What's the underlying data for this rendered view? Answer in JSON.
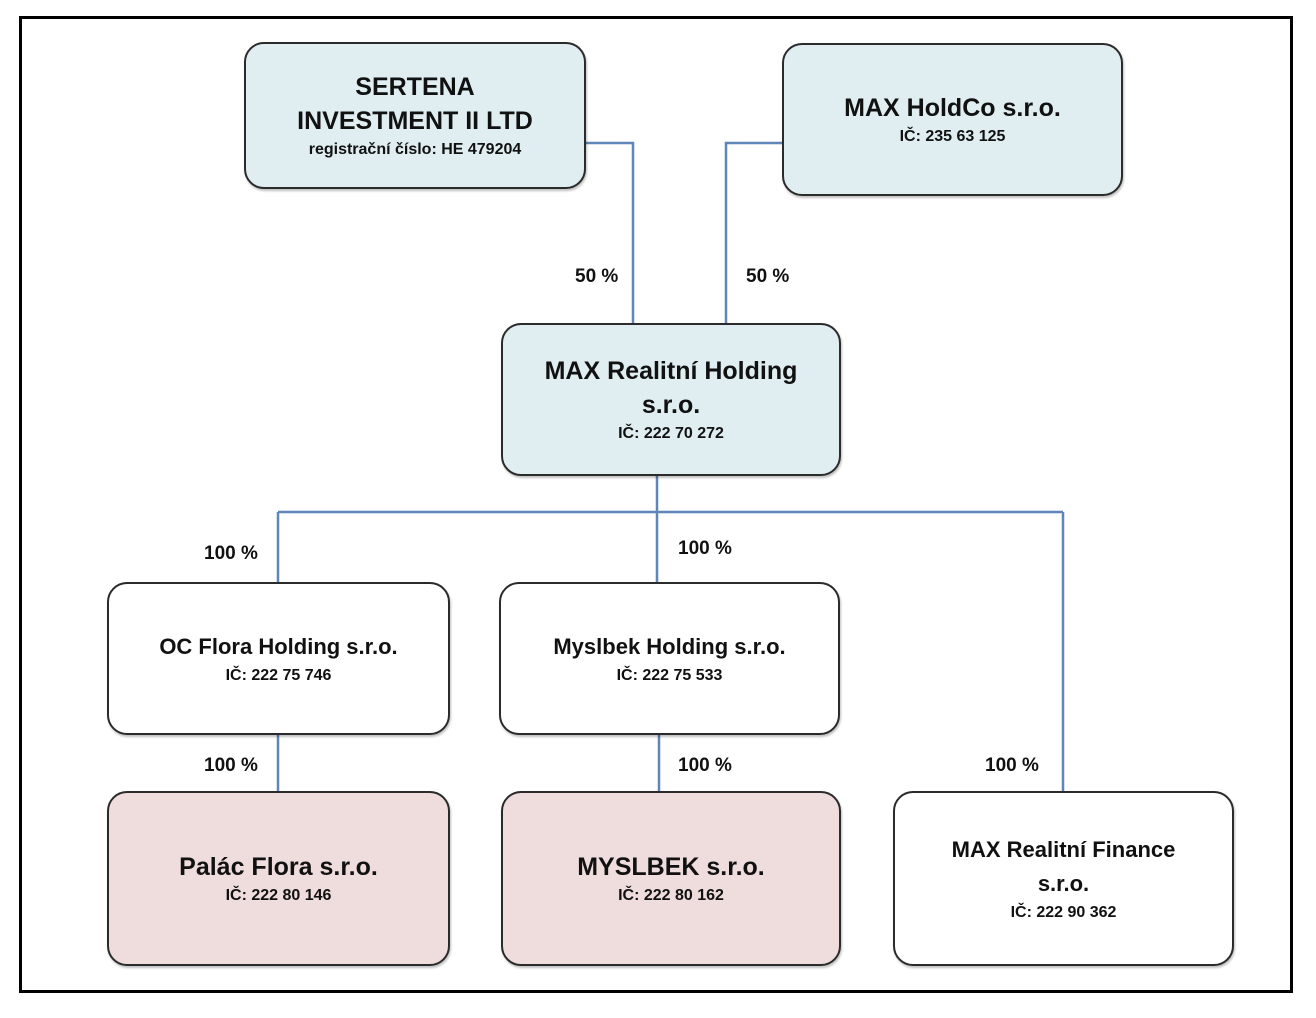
{
  "entities": {
    "sertena": {
      "name_line1": "SERTENA",
      "name_line2": "INVESTMENT II LTD",
      "id": "registrační číslo: HE 479204"
    },
    "holdco": {
      "name": "MAX HoldCo s.r.o.",
      "id": "IČ: 235 63 125"
    },
    "realitni_holding": {
      "name_line1": "MAX Realitní Holding",
      "name_line2": "s.r.o.",
      "id": "IČ: 222 70 272"
    },
    "oc_flora": {
      "name": "OC Flora Holding s.r.o.",
      "id": "IČ: 222 75 746"
    },
    "myslbek_holding": {
      "name": "Myslbek Holding s.r.o.",
      "id": "IČ: 222 75 533"
    },
    "palac_flora": {
      "name": "Palác Flora s.r.o.",
      "id": "IČ: 222 80 146"
    },
    "myslbek": {
      "name": "MYSLBEK s.r.o.",
      "id": "IČ: 222 80 162"
    },
    "realitni_finance": {
      "name_line1": "MAX Realitní Finance",
      "name_line2": "s.r.o.",
      "id": "IČ: 222 90 362"
    }
  },
  "ownership": {
    "sertena_to_holding": "50 %",
    "holdco_to_holding": "50 %",
    "holding_to_oc_flora": "100 %",
    "holding_to_myslbek_holding": "100 %",
    "oc_flora_to_palac_flora": "100 %",
    "myslbek_holding_to_myslbek": "100 %",
    "holding_to_realitni_finance": "100 %"
  },
  "colors": {
    "top_level_fill": "#e0eef2",
    "operating_company_fill": "#efdcdc",
    "subsidiary_fill": "#ffffff",
    "connector": "#5f86b8"
  }
}
